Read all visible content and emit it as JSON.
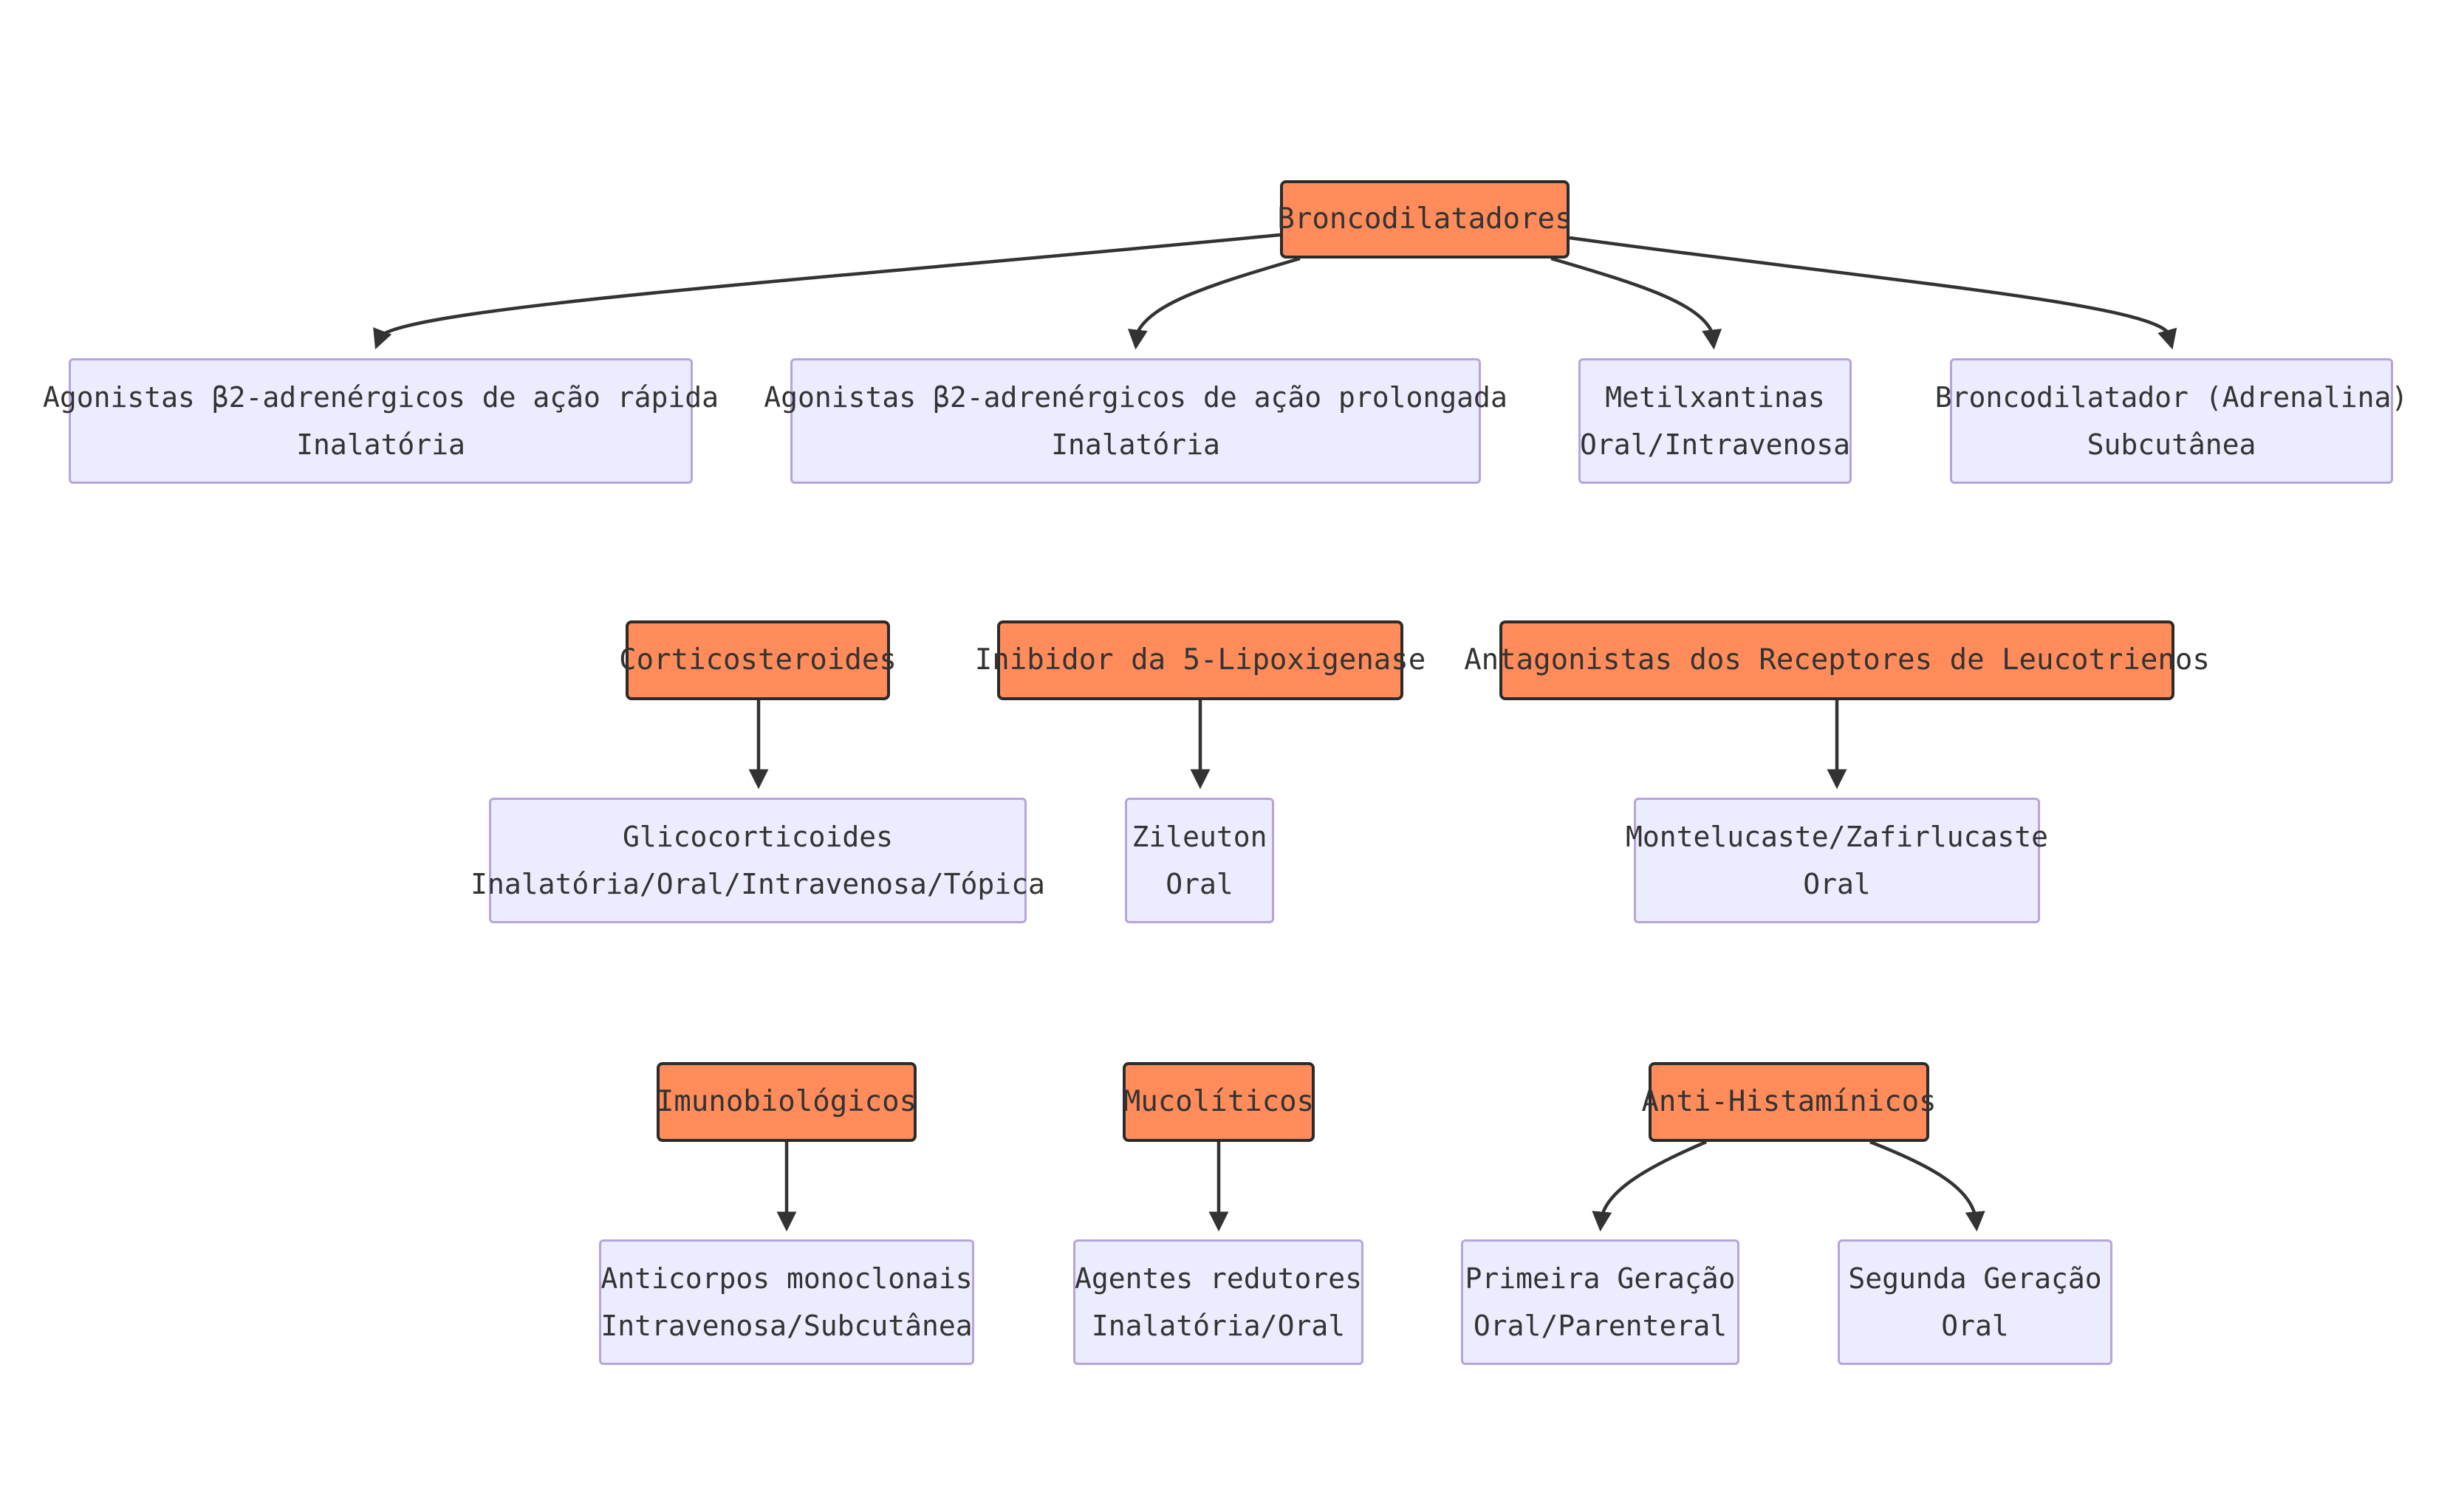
{
  "diagram": {
    "nodes": {
      "broncodilatadores": {
        "label": "Broncodilatadores"
      },
      "agonistas_rapida": {
        "line1": "Agonistas β2-adrenérgicos de ação rápida",
        "line2": "Inalatória"
      },
      "agonistas_prolongada": {
        "line1": "Agonistas β2-adrenérgicos de ação prolongada",
        "line2": "Inalatória"
      },
      "metilxantinas": {
        "line1": "Metilxantinas",
        "line2": "Oral/Intravenosa"
      },
      "adrenalina": {
        "line1": "Broncodilatador (Adrenalina)",
        "line2": "Subcutânea"
      },
      "corticosteroides": {
        "label": "Corticosteroides"
      },
      "glicocorticoides": {
        "line1": "Glicocorticoides",
        "line2": "Inalatória/Oral/Intravenosa/Tópica"
      },
      "inibidor_lipoxigenase": {
        "label": "Inibidor da 5-Lipoxigenase"
      },
      "zileuton": {
        "line1": "Zileuton",
        "line2": "Oral"
      },
      "antagonistas_leucotrienos": {
        "label": "Antagonistas dos Receptores de Leucotrienos"
      },
      "montelucaste": {
        "line1": "Montelucaste/Zafirlucaste",
        "line2": "Oral"
      },
      "imunobiologicos": {
        "label": "Imunobiológicos"
      },
      "anticorpos": {
        "line1": "Anticorpos monoclonais",
        "line2": "Intravenosa/Subcutânea"
      },
      "mucoliticos": {
        "label": "Mucolíticos"
      },
      "agentes_redutores": {
        "line1": "Agentes redutores",
        "line2": "Inalatória/Oral"
      },
      "anti_histaminicos": {
        "label": "Anti-Histamínicos"
      },
      "primeira_geracao": {
        "line1": "Primeira Geração",
        "line2": "Oral/Parenteral"
      },
      "segunda_geracao": {
        "line1": "Segunda Geração",
        "line2": "Oral"
      }
    },
    "edges": [
      [
        "broncodilatadores",
        "agonistas_rapida"
      ],
      [
        "broncodilatadores",
        "agonistas_prolongada"
      ],
      [
        "broncodilatadores",
        "metilxantinas"
      ],
      [
        "broncodilatadores",
        "adrenalina"
      ],
      [
        "corticosteroides",
        "glicocorticoides"
      ],
      [
        "inibidor_lipoxigenase",
        "zileuton"
      ],
      [
        "antagonistas_leucotrienos",
        "montelucaste"
      ],
      [
        "imunobiologicos",
        "anticorpos"
      ],
      [
        "mucoliticos",
        "agentes_redutores"
      ],
      [
        "anti_histaminicos",
        "primeira_geracao"
      ],
      [
        "anti_histaminicos",
        "segunda_geracao"
      ]
    ],
    "colors": {
      "category_fill": "#ff8c5a",
      "category_border": "#2b2b2b",
      "item_fill": "#ececff",
      "item_border": "#b7a4dc",
      "edge": "#333333",
      "text": "#333333"
    }
  }
}
